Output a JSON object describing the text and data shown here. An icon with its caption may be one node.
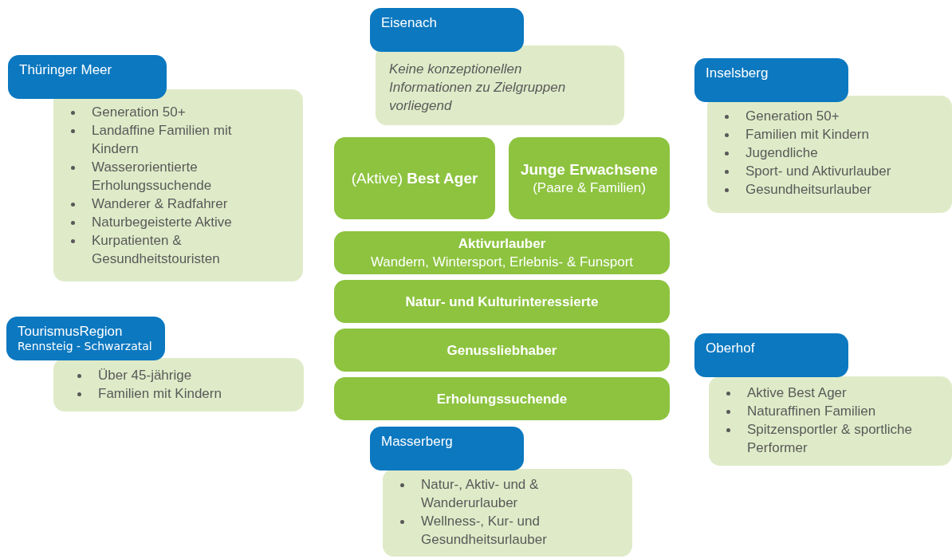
{
  "diagram": {
    "nodes": [
      {
        "text": [
          "Eisenach"
        ]
      },
      {
        "text": [
          "Keine konzeptionellen Informationen zu Zielgruppen vorliegend"
        ]
      },
      {
        "text": [
          "Thüringer Meer"
        ]
      },
      {
        "text": [
          "Generation 50+",
          "Landaffine Familien mit Kindern",
          "Wasserorientierte Erholungssuchende",
          "Wanderer & Radfahrer",
          "Naturbegeisterte Aktive",
          "Kurpatienten & Gesundheitstouristen"
        ]
      },
      {
        "text": [
          "Inselsberg"
        ]
      },
      {
        "text": [
          "Generation 50+",
          "Familien mit Kindern",
          "Jugendliche",
          "Sport- und Aktivurlauber",
          "Gesundheitsurlauber"
        ]
      },
      {
        "text": [
          "(Aktive) **Best Ager**"
        ]
      },
      {
        "text": [
          "Junge Erwachsene",
          "(Paare & Familien)"
        ]
      },
      {
        "text": [
          "Aktivurlauber",
          "Wandern, Wintersport, Erlebnis- & Funsport"
        ]
      },
      {
        "text": [
          "Natur- und Kulturinteressierte"
        ]
      },
      {
        "text": [
          "TourismusRegion",
          "Rennsteig - Schwarzatal"
        ]
      },
      {
        "text": [
          "Über 45-jährige",
          "Familien mit Kindern"
        ]
      },
      {
        "text": [
          "Genussliebhaber"
        ]
      },
      {
        "text": [
          "Oberhof"
        ]
      },
      {
        "text": [
          "Aktive Best Ager",
          "Naturaffinen Familien",
          "Spitzensportler & sportliche Performer"
        ]
      },
      {
        "text": [
          "Erholungssuchende"
        ]
      },
      {
        "text": [
          "Masserberg"
        ]
      },
      {
        "text": [
          "Natur-, Aktiv- und & Wanderurlauber",
          "Wellness-, Kur- und Gesundheitsurlauber"
        ]
      }
    ]
  }
}
